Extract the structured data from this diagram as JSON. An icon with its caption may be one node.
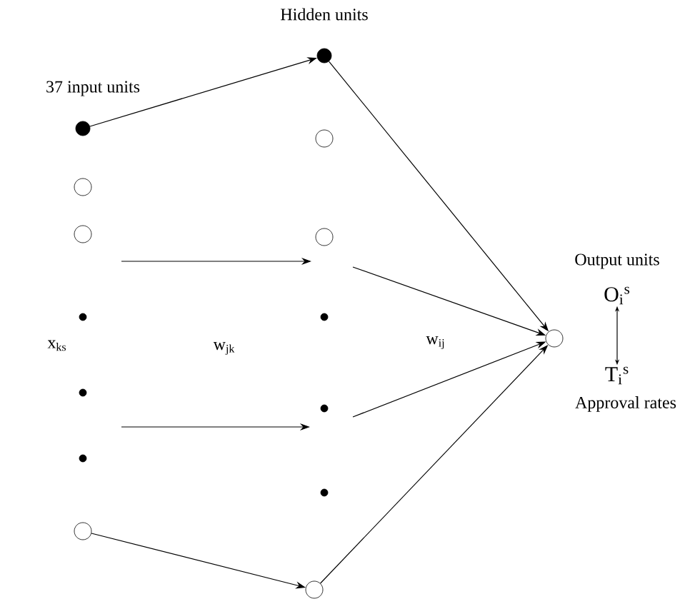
{
  "diagram": {
    "nodes": [
      {
        "text": [],
        "shape": "disc"
      },
      {
        "text": [],
        "shape": "circle"
      },
      {
        "text": [],
        "shape": "circle"
      },
      {
        "text": [],
        "shape": "dot"
      },
      {
        "text": [],
        "shape": "dot"
      },
      {
        "text": [],
        "shape": "dot"
      },
      {
        "text": [],
        "shape": "circle"
      },
      {
        "text": [],
        "shape": "disc"
      },
      {
        "text": [],
        "shape": "circle"
      },
      {
        "text": [],
        "shape": "circle"
      },
      {
        "text": [],
        "shape": "dot"
      },
      {
        "text": [],
        "shape": "dot"
      },
      {
        "text": [],
        "shape": "dot"
      },
      {
        "text": [],
        "shape": "circle"
      },
      {
        "text": [],
        "shape": "circle"
      },
      {
        "text": [
          "O$_{i}$$^{s}$"
        ]
      },
      {
        "text": [
          "T$_{i}$$^{s}$"
        ]
      }
    ],
    "edges": [
      {
        "from": 0,
        "to": 7,
        "arrow": "to"
      },
      {
        "from": 6,
        "to": 13,
        "arrow": "to"
      },
      {
        "from": 7,
        "to": 14,
        "arrow": "to"
      },
      {
        "from": null,
        "to": 14,
        "arrow": "to"
      },
      {
        "from": null,
        "to": 14,
        "arrow": "to"
      },
      {
        "from": 13,
        "to": 14,
        "arrow": "to"
      },
      {
        "from": 15,
        "to": 16,
        "arrow": "both"
      }
    ],
    "labels": [
      "Hidden units",
      "37 input units",
      "Output units",
      "x$_{ks}$",
      "w$_{jk}$",
      "w$_{ij}$",
      "Approval rates"
    ]
  }
}
